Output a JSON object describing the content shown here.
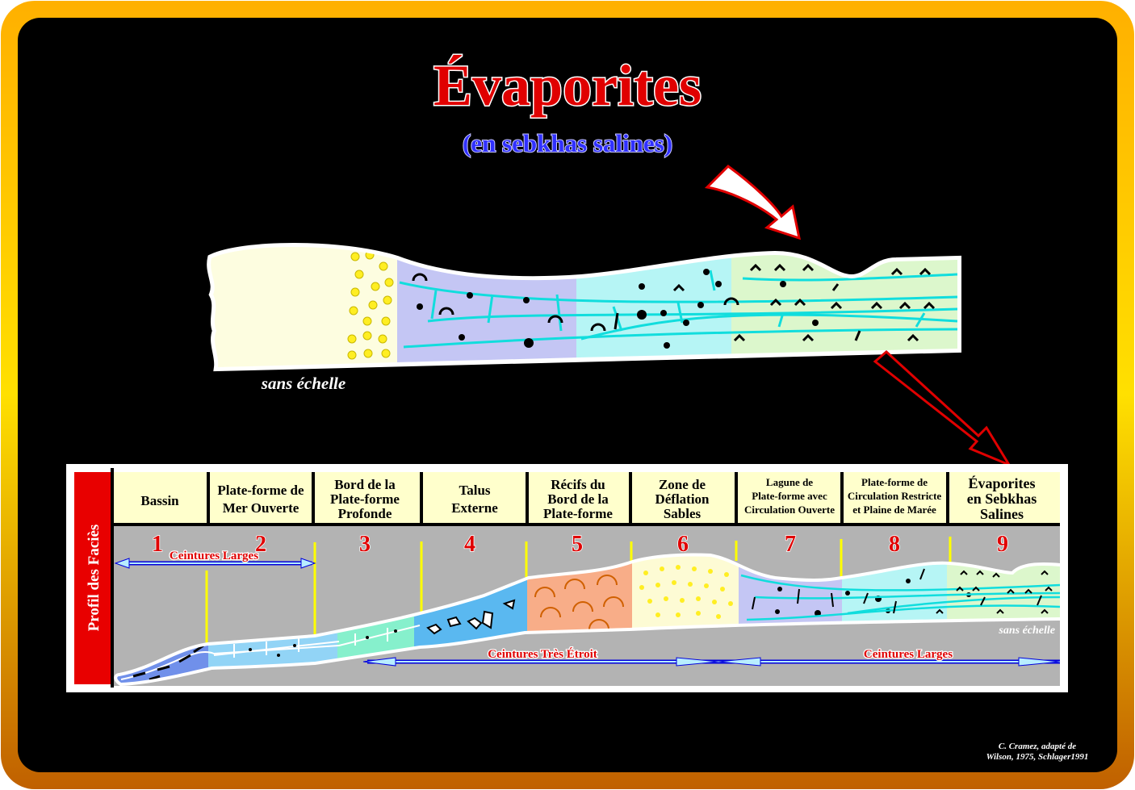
{
  "title": "Évaporites",
  "subtitle": "(en sebkhas salines)",
  "top_diagram": {
    "scale_note": "sans échelle"
  },
  "profile": {
    "side_label": "Profil des Faciès",
    "facies": [
      {
        "number": "1",
        "lines": [
          "Bassin"
        ]
      },
      {
        "number": "2",
        "lines": [
          "Plate-forme de",
          "Mer Ouverte"
        ]
      },
      {
        "number": "3",
        "lines": [
          "Bord de la",
          "Plate-forme",
          "Profonde"
        ]
      },
      {
        "number": "4",
        "lines": [
          "Talus",
          "Externe"
        ]
      },
      {
        "number": "5",
        "lines": [
          "Récifs du",
          "Bord de la",
          "Plate-forme"
        ]
      },
      {
        "number": "6",
        "lines": [
          "Zone de",
          "Déflation",
          "Sables"
        ]
      },
      {
        "number": "7",
        "lines": [
          "Lagune de",
          "Plate-forme avec",
          "Circulation Ouverte"
        ]
      },
      {
        "number": "8",
        "lines": [
          "Plate-forme de",
          "Circulation Restricte",
          "et Plaine de Marée"
        ]
      },
      {
        "number": "9",
        "lines": [
          "Évaporites",
          "en Sebkhas",
          "Salines"
        ]
      }
    ],
    "belts": {
      "left": "Ceintures  Larges",
      "middle": "Ceintures Très Étroit",
      "right": "Ceintures Larges"
    },
    "scale_note": "sans échelle"
  },
  "credit": [
    "C. Cramez, adapté de",
    "Wilson, 1975,  Schlager1991"
  ],
  "colors": {
    "title_red": "#e00000",
    "subtitle_blue": "#2b2bff",
    "frame_yellow": "#ffe800"
  }
}
